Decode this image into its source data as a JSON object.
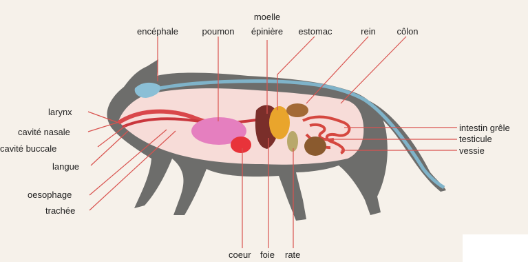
{
  "labels": {
    "encephale": "encéphale",
    "poumon": "poumon",
    "moelle_1": "moelle",
    "moelle_2": "épinière",
    "estomac": "estomac",
    "rein": "rein",
    "colon": "côlon",
    "larynx": "larynx",
    "cavite_nasale": "cavité nasale",
    "cavite_buccale": "cavité buccale",
    "langue": "langue",
    "oesophage": "oesophage",
    "trachee": "trachée",
    "intestin_grele": "intestin grêle",
    "testicule": "testicule",
    "vessie": "vessie",
    "coeur": "coeur",
    "foie": "foie",
    "rate": "rate"
  },
  "colors": {
    "body": "#6d6d6b",
    "inner": "#f7dcd8",
    "leader": "#d9534f",
    "lung": "#e57fbf",
    "heart": "#e8333a",
    "liver": "#7a2e2a",
    "stomach": "#e9a52c",
    "kidney": "#8a5a2e",
    "intestine": "#d5473f",
    "spine": "#7fb3c9"
  }
}
